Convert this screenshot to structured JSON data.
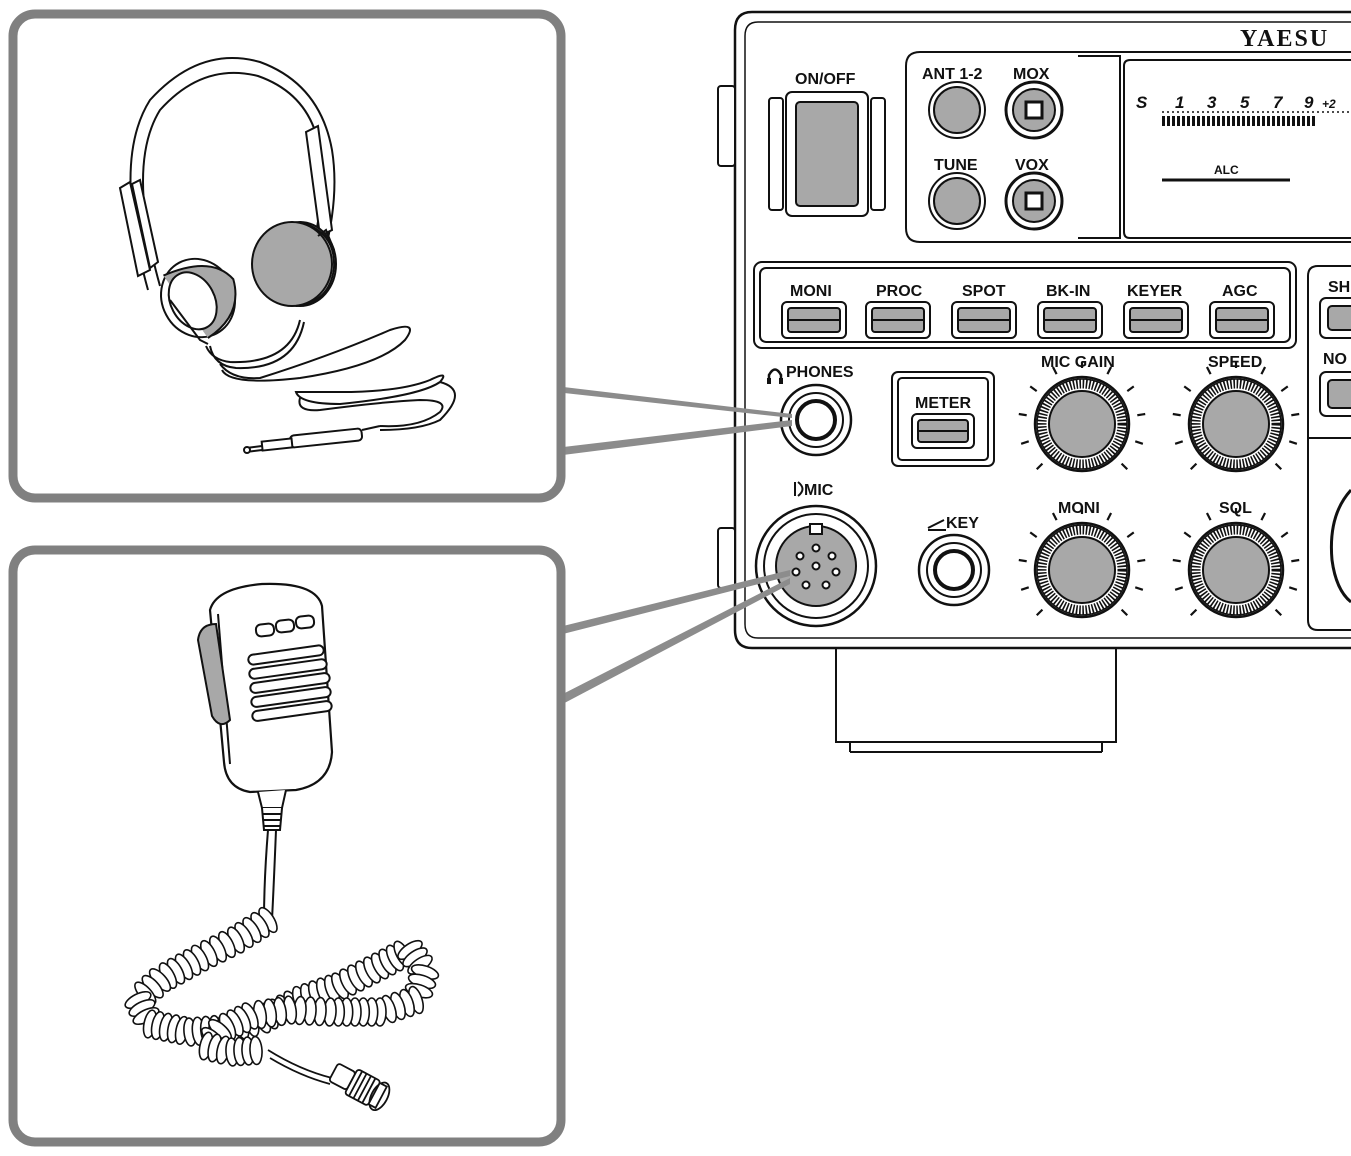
{
  "brand": "YAESU",
  "colors": {
    "callout_border": "#808080",
    "leader_line": "#8c8c8c",
    "knob_fill": "#a8a8a8",
    "line": "#111111",
    "background": "#ffffff"
  },
  "panel": {
    "power_label": "ON/OFF",
    "top_buttons": [
      "ANT 1-2",
      "MOX",
      "TUNE",
      "VOX"
    ],
    "meter": {
      "s_label": "S",
      "scale": [
        "1",
        "3",
        "5",
        "7",
        "9",
        "+2"
      ],
      "alc_label": "ALC"
    },
    "function_buttons": [
      "MONI",
      "PROC",
      "SPOT",
      "BK-IN",
      "KEYER",
      "AGC"
    ],
    "side_buttons": [
      "SH",
      "NO"
    ],
    "phones_label": "PHONES",
    "meter_button_label": "METER",
    "knobs": [
      "MIC GAIN",
      "SPEED",
      "MONI",
      "SQL"
    ],
    "mic_label": "MIC",
    "key_label": "KEY"
  },
  "callouts": [
    {
      "icon": "headphones-icon"
    },
    {
      "icon": "hand-microphone-icon"
    }
  ]
}
